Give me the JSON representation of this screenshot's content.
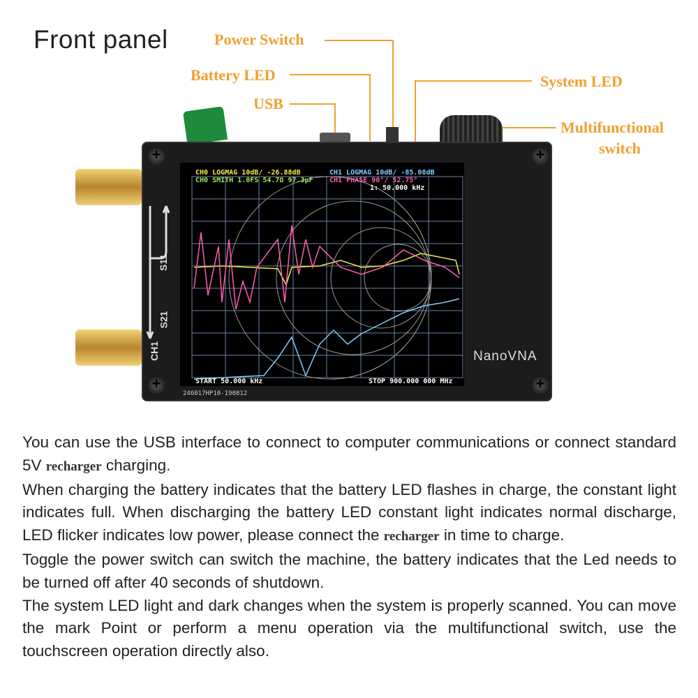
{
  "title": "Front panel",
  "callouts": {
    "power_switch": "Power Switch",
    "battery_led": "Battery LED",
    "usb": "USB",
    "system_led": "System LED",
    "multifunctional_switch_1": "Multifunctional",
    "multifunctional_switch_2": "switch"
  },
  "device": {
    "brand": "NanoVNA",
    "serial": "246017HP10-190812",
    "side_labels": {
      "s11": "S11",
      "s21": "S21",
      "ch1": "CH1"
    },
    "screen": {
      "line1_left_a": "CH0",
      "line1_left_b": "LOGMAG 10dB/ -26.88dB",
      "line1_right": "CH1 LOGMAG 10dB/ -85.08dB",
      "line2_left": "CH0 SMITH 1.0FS  54.7Ω 97.3μF",
      "line2_right": "CH1 PHASE 90°/   52.75°",
      "marker": "1: 50.000 kHz",
      "start": "START 50.000 kHz",
      "stop": "STOP 900.000 000 MHz"
    }
  },
  "colors": {
    "callout": "#f0a030",
    "ch0": "#f5e94a",
    "ch1": "#7fd0ff",
    "phase": "#ff5fb0",
    "smith": "#9fe860"
  },
  "paragraphs": [
    {
      "before": "You can use the USB interface to connect to computer communications or connect standard 5V ",
      "serif": "recharger",
      "after": " charging."
    },
    {
      "before": "When charging the battery indicates that the battery LED flashes in charge, the constant light indicates full. When discharging the battery LED constant light indicates normal discharge, LED flicker indicates low power, please connect the ",
      "serif": "recharger",
      "after": " in time to charge."
    },
    {
      "before": "Toggle the power switch can switch the machine, the battery indicates that the Led needs to be turned off after 40 seconds of shutdown.",
      "serif": "",
      "after": ""
    },
    {
      "before": "The system LED light and dark changes when the system is properly scanned. You can move the mark Point or perform a menu operation via the multifunctional switch, use the touchscreen operation directly also.",
      "serif": "",
      "after": ""
    }
  ]
}
